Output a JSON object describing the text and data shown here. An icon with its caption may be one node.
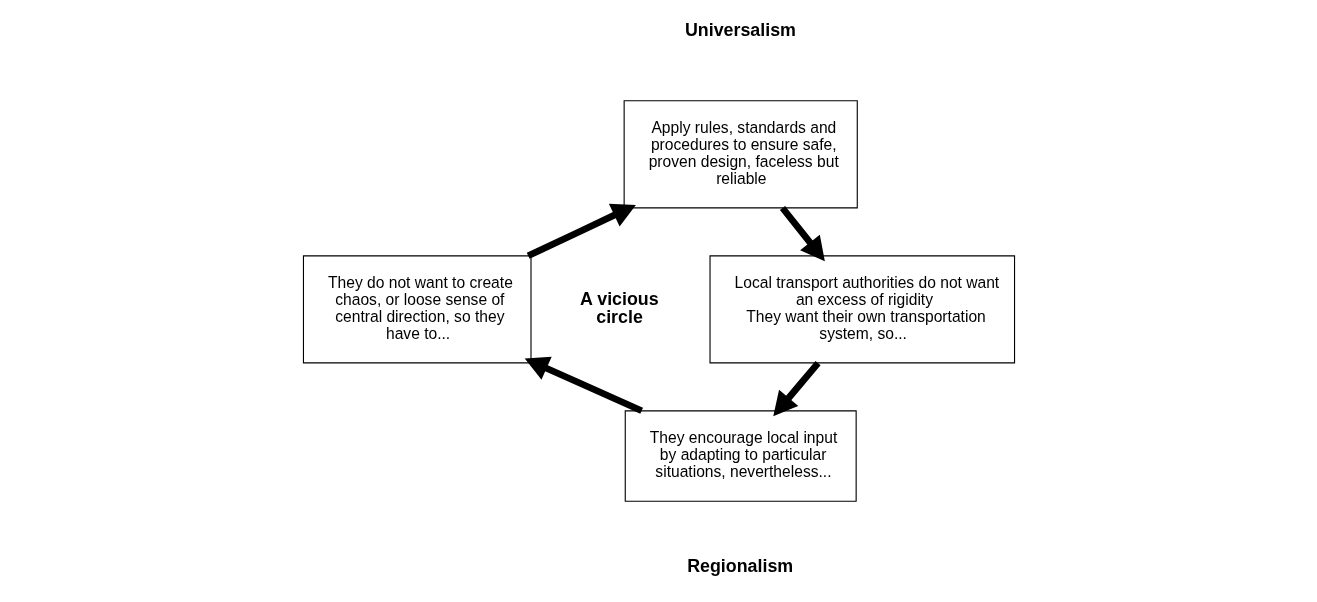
{
  "diagram": {
    "nodes": [
      {
        "text": [
          "Apply rules, standards and procedures to ensure safe, proven design, faceless but reliable"
        ]
      },
      {
        "text": [
          "Local transport authorities do not want an excess of rigidity",
          "They want their own transportation system, so..."
        ]
      },
      {
        "text": [
          "They encourage local input by adapting to particular situations, nevertheless..."
        ]
      },
      {
        "text": [
          "They do not want to create chaos, or loose sense of central direction, so they have to..."
        ]
      }
    ],
    "edges": [
      {
        "from": 0,
        "to": 1,
        "arrow": "to"
      },
      {
        "from": 1,
        "to": 2,
        "arrow": "to"
      },
      {
        "from": 2,
        "to": 3,
        "arrow": "to"
      },
      {
        "from": 3,
        "to": 0,
        "arrow": "to"
      }
    ],
    "labels": [
      "Universalism",
      "A vicious circle",
      "Regionalism"
    ]
  }
}
